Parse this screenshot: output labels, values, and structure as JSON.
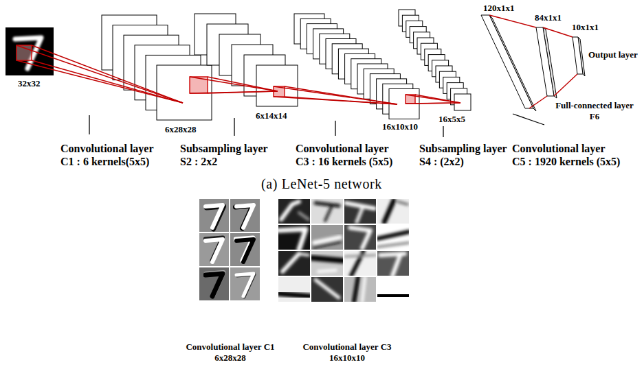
{
  "diagram": {
    "caption": "(a) LeNet-5 network",
    "labels": [
      "32x32",
      "6x28x28",
      "6x14x14",
      "16x10x10",
      "16x5x5",
      "120x1x1",
      "84x1x1",
      "10x1x1",
      "Output layer",
      "Full-connected layer F6",
      "Convolutional layer C1 : 6 kernels(5x5)",
      "Subsampling layer S2 : 2x2",
      "Convolutional layer C3 : 16 kernels (5x5)",
      "Subsampling layer S4 : (2x2)",
      "Convolutional layer C5 : 1920 kernels (5x5)",
      "Convolutional layer C1 6x28x28",
      "Convolutional layer C3 16x10x10"
    ]
  }
}
